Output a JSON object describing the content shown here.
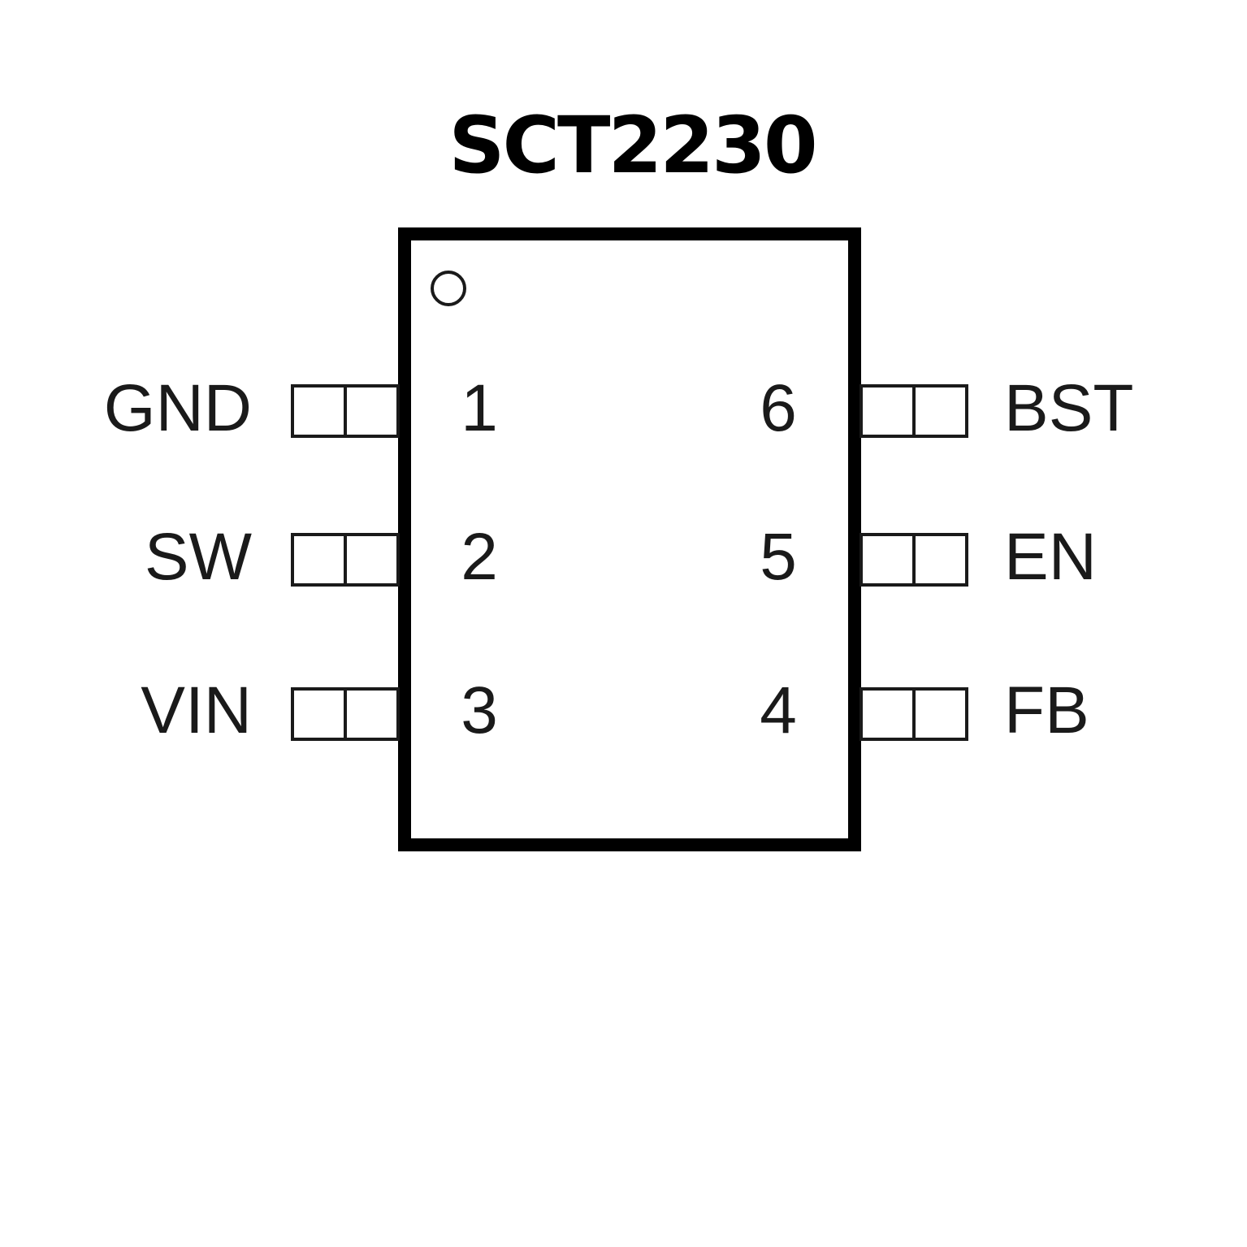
{
  "title": "SCT2230",
  "pins": [
    {
      "number": "1",
      "name": "GND",
      "side": "left"
    },
    {
      "number": "2",
      "name": "SW",
      "side": "left"
    },
    {
      "number": "3",
      "name": "VIN",
      "side": "left"
    },
    {
      "number": "4",
      "name": "FB",
      "side": "right"
    },
    {
      "number": "5",
      "name": "EN",
      "side": "right"
    },
    {
      "number": "6",
      "name": "BST",
      "side": "right"
    }
  ]
}
